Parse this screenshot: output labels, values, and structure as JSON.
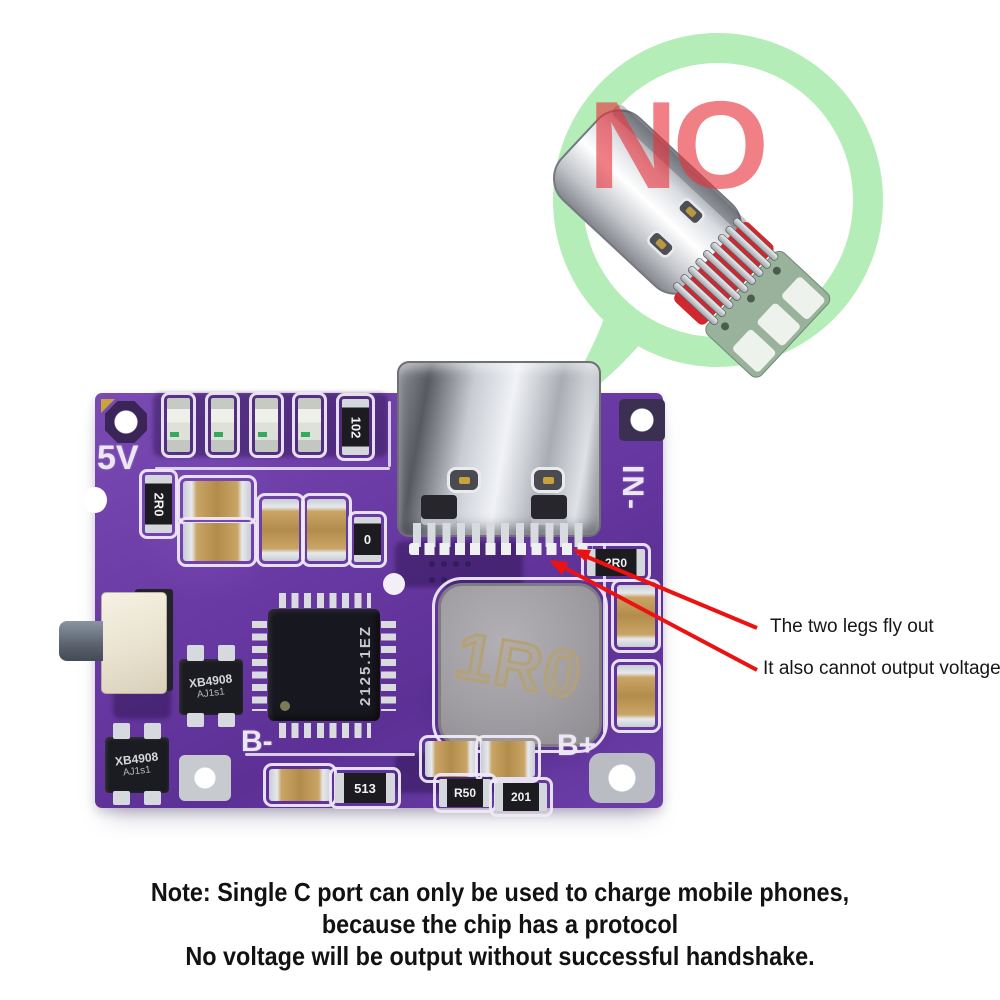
{
  "bubble": {
    "label": "NO",
    "icon": "usb-c-male-plug",
    "color": "#b5edb8",
    "label_color": "#e6323c"
  },
  "board": {
    "color": "#6a3aa4",
    "silkscreen": {
      "v5": "5V",
      "in": "IN-",
      "bminus": "B-",
      "bplus": "B+"
    },
    "markings": {
      "r_top": "102",
      "r_left": "2R0",
      "r_zero": "0",
      "r_usb": "2R0",
      "inductor": "1R0",
      "ic": "2125.1EZ",
      "q_line1": "XB4908",
      "q_line2": "AJ1s1",
      "r_513": "513",
      "r_r50": "R50",
      "r_201": "201"
    }
  },
  "callouts": {
    "line1": "The two legs fly out",
    "line2": "It also cannot output voltage",
    "arrow_color": "#ec1212"
  },
  "note": {
    "line1": "Note: Single C port can only be used to charge mobile phones,",
    "line2": "because the chip has a protocol",
    "line3": "No voltage will be output without successful handshake."
  }
}
